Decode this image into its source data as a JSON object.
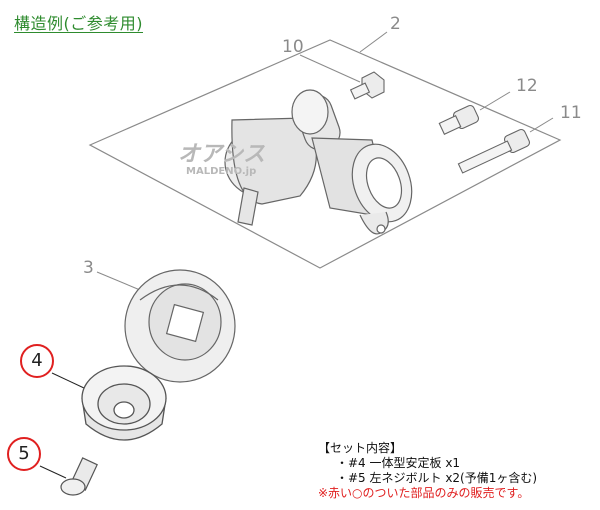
{
  "title": "構造例(ご参考用)",
  "callouts": [
    {
      "id": "2",
      "label": "2",
      "highlighted": false
    },
    {
      "id": "3",
      "label": "3",
      "highlighted": false
    },
    {
      "id": "4",
      "label": "4",
      "highlighted": true
    },
    {
      "id": "5",
      "label": "5",
      "highlighted": true
    },
    {
      "id": "10",
      "label": "10",
      "highlighted": false
    },
    {
      "id": "11",
      "label": "11",
      "highlighted": false
    },
    {
      "id": "12",
      "label": "12",
      "highlighted": false
    }
  ],
  "watermark": {
    "main": "オアシス",
    "sub": "MALDENO.jp"
  },
  "note": {
    "heading": "【セット内容】",
    "items": [
      "・#4 一体型安定板 x1",
      "・#5 左ネジボルト x2(予備1ヶ含む)"
    ],
    "warning": "※赤い○のついた部品のみの販売です。"
  },
  "colors": {
    "title": "#2e8b2e",
    "highlight": "#e02020",
    "line": "#7a7a7a"
  }
}
